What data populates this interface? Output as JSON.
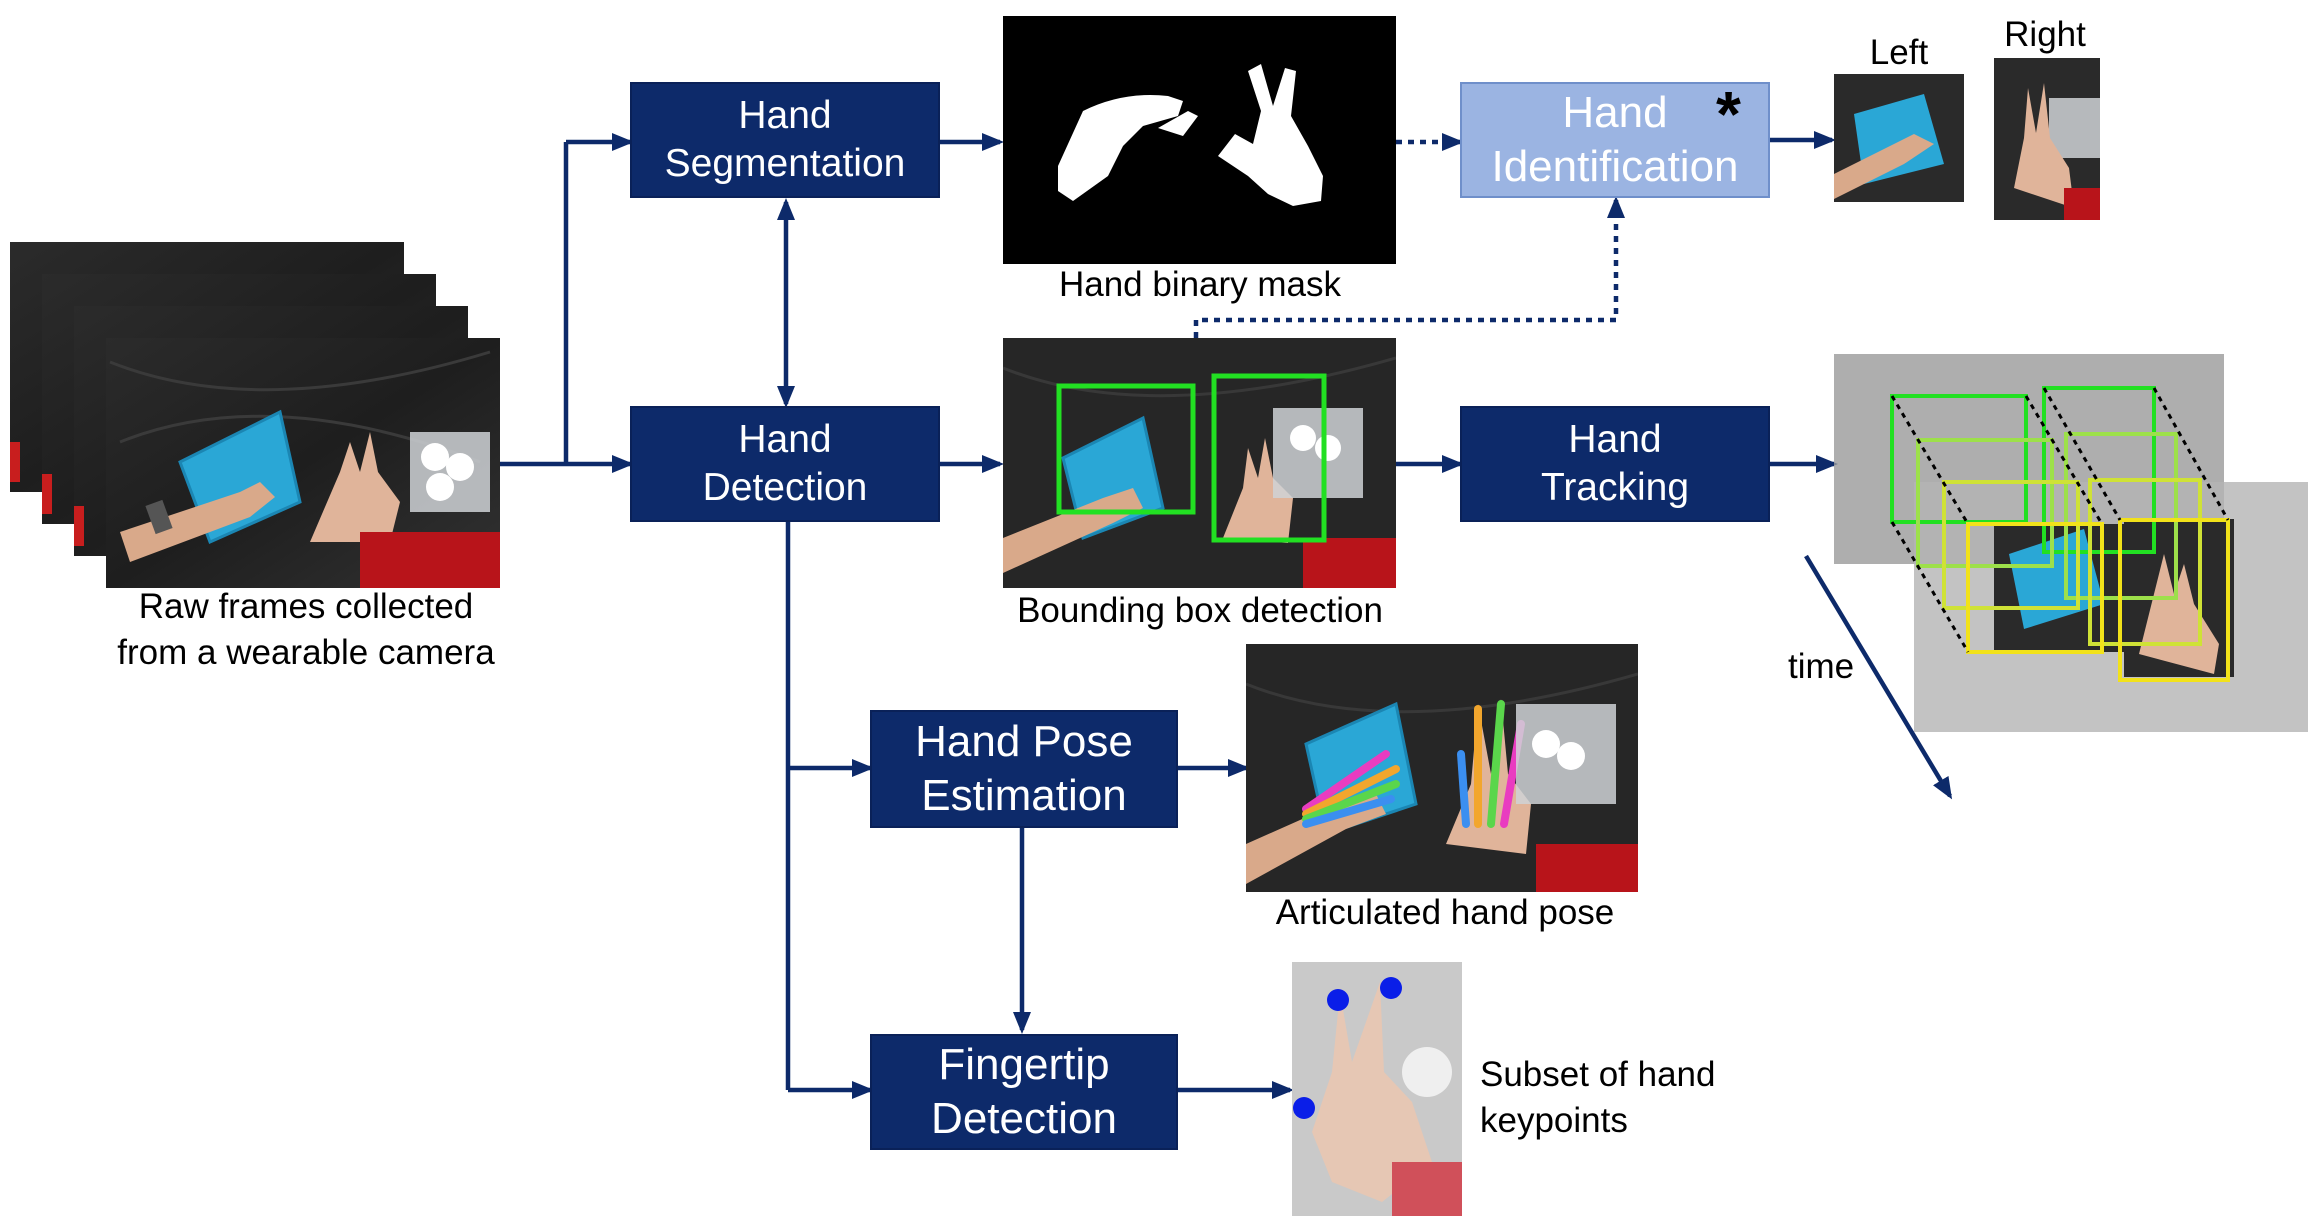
{
  "diagram": {
    "boxes": {
      "segmentation": [
        "Hand",
        "Segmentation"
      ],
      "identification": [
        "Hand",
        "Identification"
      ],
      "detection": [
        "Hand",
        "Detection"
      ],
      "tracking": [
        "Hand",
        "Tracking"
      ],
      "pose": [
        "Hand Pose",
        "Estimation"
      ],
      "fingertip": [
        "Fingertip",
        "Detection"
      ]
    },
    "star": "*",
    "captions": {
      "raw_frames": [
        "Raw frames collected",
        "from a wearable camera"
      ],
      "binary_mask": "Hand binary mask",
      "bbox_detection": "Bounding box detection",
      "articulated_pose": "Articulated hand pose",
      "keypoints": [
        "Subset of hand",
        "keypoints"
      ],
      "left": "Left",
      "right": "Right",
      "time": "time"
    },
    "colors": {
      "box_fill": "#0d2a6a",
      "box_light_fill": "#9bb4e2",
      "arrow": "#0d2a6a",
      "bbox_green": "#22e022",
      "track_yellow": "#f2e21a",
      "keypoint_blue": "#0a1ee8",
      "bowl_cyan": "#2aa7d6",
      "sleeve_red": "#c81e1e"
    },
    "icons": [
      "photo-frame-stack",
      "binary-mask-image",
      "hand-thumbnail",
      "bounding-box",
      "keypoint-dot",
      "time-arrow"
    ]
  }
}
